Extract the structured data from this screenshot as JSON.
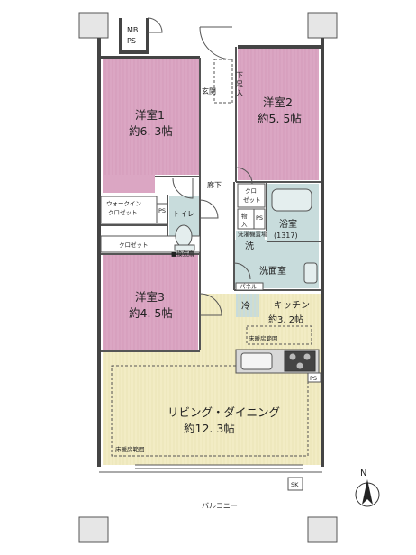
{
  "rooms": {
    "western1": {
      "name": "洋室1",
      "size": "約6. 3帖"
    },
    "western2": {
      "name": "洋室2",
      "size": "約5. 5帖"
    },
    "western3": {
      "name": "洋室3",
      "size": "約4. 5帖"
    },
    "living": {
      "name": "リビング・ダイニング",
      "size": "約12. 3帖"
    },
    "kitchen": {
      "name": "キッチン",
      "size": "約3. 2帖"
    },
    "bath": {
      "name": "浴室",
      "size": "(1317)"
    }
  },
  "labels": {
    "mb": "MB",
    "ps": "PS",
    "entrance": "玄関",
    "shoe_a": "下",
    "shoe_b": "足",
    "shoe_c": "入",
    "hall": "廊下",
    "walkin_a": "ウォークイン",
    "walkin_b": "クロゼット",
    "closet": "クロゼット",
    "closet2_a": "クロ",
    "closet2_b": "ゼット",
    "storage_a": "物",
    "storage_b": "入",
    "toilet": "トイレ",
    "toilet_sub": "■換気扇",
    "washer": "洗",
    "washer_sub": "洗濯機置場",
    "washroom": "洗面室",
    "fridge": "冷",
    "pantry": "パネル",
    "floor_heat": "床暖房範囲",
    "floor_heat2": "床暖房範囲",
    "sk": "SK",
    "balcony": "バルコニー",
    "north": "N"
  }
}
